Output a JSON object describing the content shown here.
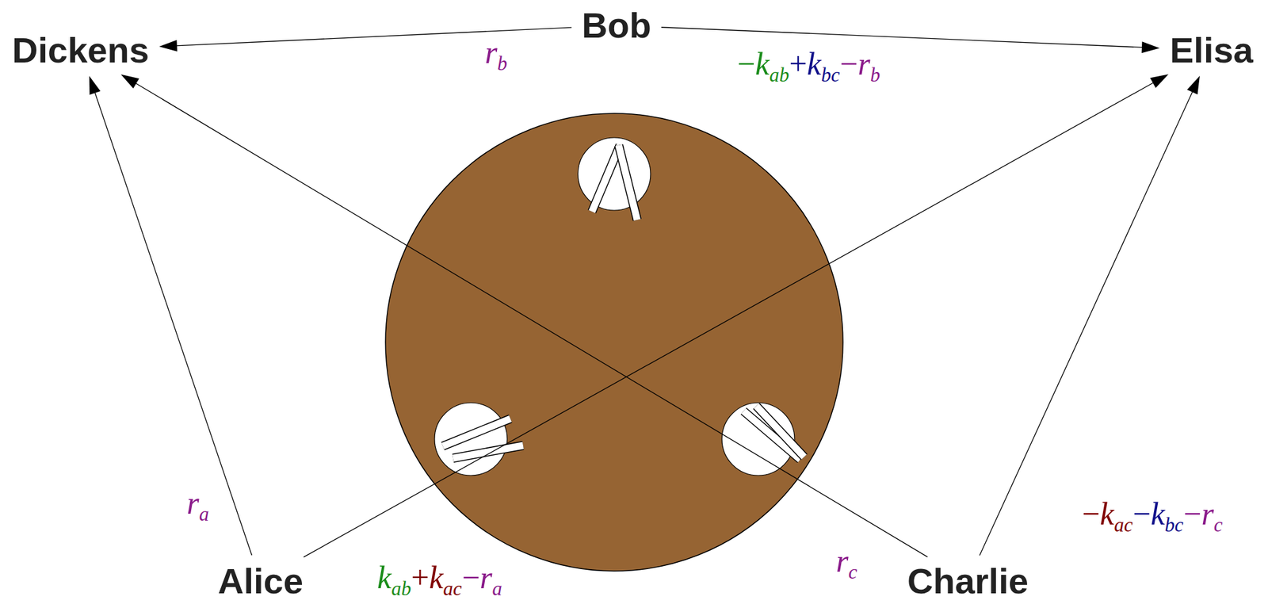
{
  "diagram": {
    "nodes": [
      {
        "text": [
          "Bob"
        ]
      },
      {
        "text": [
          "Dickens"
        ]
      },
      {
        "text": [
          "Elisa"
        ]
      },
      {
        "text": [
          "Alice"
        ]
      },
      {
        "text": [
          "Charlie"
        ]
      }
    ],
    "edges": [
      {
        "from": 0,
        "to": 1,
        "arrow": "to",
        "label": "rb"
      },
      {
        "from": 0,
        "to": 2,
        "arrow": "to",
        "label": "−kab+kbc−rb"
      },
      {
        "from": 3,
        "to": 1,
        "arrow": "to",
        "label": "ra"
      },
      {
        "from": 3,
        "to": 2,
        "arrow": "to",
        "label": "kab+kac−ra"
      },
      {
        "from": 4,
        "to": 1,
        "arrow": "to",
        "label": "rc"
      },
      {
        "from": 4,
        "to": 2,
        "arrow": "to",
        "label": "−kac−kbc−rc"
      }
    ]
  }
}
